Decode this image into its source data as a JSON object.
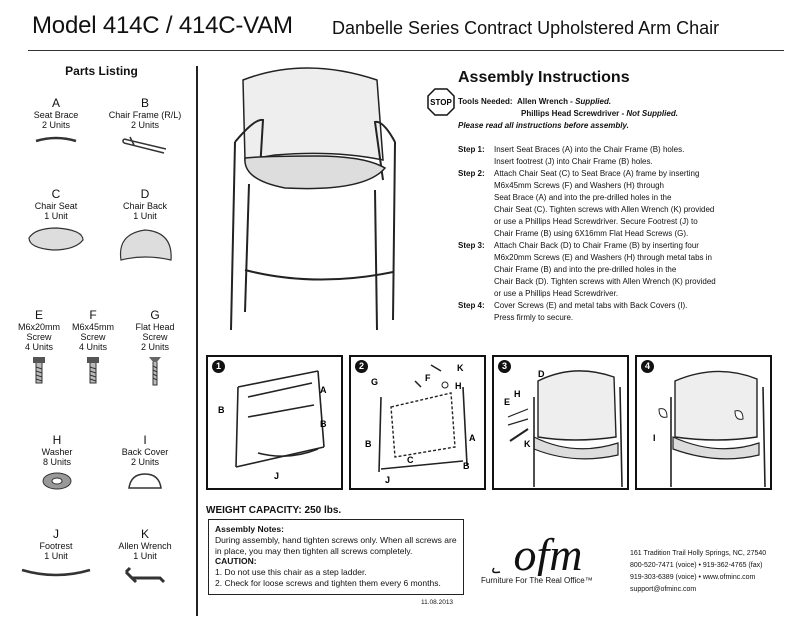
{
  "header": {
    "model": "Model 414C / 414C-VAM",
    "series": "Danbelle Series Contract Upholstered Arm Chair"
  },
  "parts": {
    "title": "Parts Listing",
    "items": [
      {
        "letter": "A",
        "name": "Seat Brace",
        "qty": "2 Units",
        "icon": "seat-brace-icon"
      },
      {
        "letter": "B",
        "name": "Chair Frame (R/L)",
        "qty": "2 Units",
        "icon": "chair-frame-icon"
      },
      {
        "letter": "C",
        "name": "Chair Seat",
        "qty": "1 Unit",
        "icon": "chair-seat-icon"
      },
      {
        "letter": "D",
        "name": "Chair Back",
        "qty": "1 Unit",
        "icon": "chair-back-icon"
      },
      {
        "letter": "E",
        "name": "M6x20mm Screw",
        "qty": "4 Units",
        "icon": "hex-screw-icon"
      },
      {
        "letter": "F",
        "name": "M6x45mm Screw",
        "qty": "4 Units",
        "icon": "hex-screw-icon"
      },
      {
        "letter": "G",
        "name": "Flat Head Screw",
        "qty": "2 Units",
        "icon": "flat-head-screw-icon"
      },
      {
        "letter": "H",
        "name": "Washer",
        "qty": "8 Units",
        "icon": "washer-icon"
      },
      {
        "letter": "I",
        "name": "Back Cover",
        "qty": "2 Units",
        "icon": "back-cover-icon"
      },
      {
        "letter": "J",
        "name": "Footrest",
        "qty": "1 Unit",
        "icon": "footrest-icon"
      },
      {
        "letter": "K",
        "name": "Allen Wrench",
        "qty": "1 Unit",
        "icon": "allen-wrench-icon"
      }
    ]
  },
  "assembly": {
    "title": "Assembly Instructions",
    "stop": "STOP",
    "tools_label": "Tools Needed:",
    "tool1": "Allen Wrench - ",
    "tool1_note": "Supplied.",
    "tool2": "Phillips Head Screwdriver - ",
    "tool2_note": "Not Supplied.",
    "read_note": "Please read all instructions before assembly.",
    "steps": [
      {
        "label": "Step 1:",
        "lines": [
          "Insert Seat Braces (A) into the Chair Frame (B) holes.",
          "Insert footrest (J) into Chair Frame (B) holes."
        ]
      },
      {
        "label": "Step 2:",
        "lines": [
          "Attach Chair Seat (C) to Seat Brace (A) frame by inserting",
          "M6x45mm Screws (F) and Washers (H) through",
          "Seat Brace (A) and into the pre-drilled holes in the",
          "Chair Seat (C). Tighten screws with Allen Wrench (K) provided",
          "or use a Phillips Head Screwdriver. Secure Footrest (J) to",
          "Chair Frame (B) using 6X16mm Flat Head Screws (G)."
        ]
      },
      {
        "label": "Step 3:",
        "lines": [
          "Attach Chair Back (D) to Chair Frame (B) by inserting four",
          "M6x20mm Screws (E) and Washers (H) through metal tabs in",
          "Chair Frame (B) and into the pre-drilled holes in the",
          "Chair Back (D). Tighten screws with Allen Wrench (K) provided",
          "or use a Phillips Head Screwdriver."
        ]
      },
      {
        "label": "Step 4:",
        "lines": [
          "Cover Screws (E) and metal tabs with Back Covers (I).",
          "Press firmly to secure."
        ]
      }
    ]
  },
  "panels": [
    {
      "num": "1",
      "labels": [
        "A",
        "B",
        "B",
        "J"
      ]
    },
    {
      "num": "2",
      "labels": [
        "K",
        "F",
        "H",
        "G",
        "A",
        "B",
        "C",
        "J",
        "B"
      ]
    },
    {
      "num": "3",
      "labels": [
        "D",
        "H",
        "E",
        "K"
      ]
    },
    {
      "num": "4",
      "labels": [
        "I"
      ]
    }
  ],
  "weight": "WEIGHT CAPACITY: 250 lbs.",
  "notes": {
    "title": "Assembly Notes:",
    "body": "During assembly, hand tighten screws only. When all screws are in place, you may then tighten all screws completely.",
    "caution": "CAUTION:",
    "items": [
      "1. Do not use this chair as a step ladder.",
      "2. Check for loose screws and tighten them every 6 months."
    ]
  },
  "date": "11.08.2013",
  "logo": {
    "text": "ofm",
    "tagline": "Furniture For The Real Office™"
  },
  "contact": {
    "address": "161 Tradition Trail  Holly Springs, NC, 27540",
    "phone": "800-520-7471 (voice)  •  919-362-4765 (fax)",
    "phone2": "919-303-6389 (voice)  •  www.ofminc.com",
    "email": "support@ofminc.com"
  }
}
